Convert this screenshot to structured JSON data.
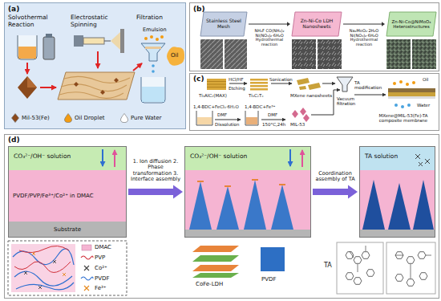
{
  "diagram": {
    "nodes": [
      {
        "text": [
          "(a)"
        ]
      },
      {
        "text": [
          "(b)"
        ]
      },
      {
        "text": [
          "(c)"
        ]
      },
      {
        "text": [
          "(d)"
        ]
      },
      {
        "text": [
          "Stainless Steel Mesh"
        ],
        "in": 1
      },
      {
        "text": [
          "Zn-Ni-Co LDH Nanosheets"
        ],
        "in": 1
      },
      {
        "text": [
          "Zn-Ni-Co@NiMoO₄ Heterostructures"
        ],
        "in": 1
      },
      {
        "text": [
          "CO₃²⁻/OH⁻ solution"
        ],
        "in": 3
      },
      {
        "text": [
          "PVDF/PVP/Fe³⁺/Co²⁺ in DMAC"
        ],
        "in": 7
      },
      {
        "text": [
          "Substrate"
        ],
        "in": 7
      },
      {
        "text": [
          "CO₃²⁻/OH⁻ solution"
        ],
        "in": 3
      },
      {
        "text": [
          "TA solution"
        ],
        "in": 3
      }
    ],
    "edges": [
      {
        "from": 4,
        "to": 5,
        "arrow": "to",
        "label": "NH₄F CO(NH₂)₂ Ni(NO₃)₂·6H₂O Hydrothermal reaction"
      },
      {
        "from": 5,
        "to": 6,
        "arrow": "to",
        "label": "Na₂MoO₄·2H₂O Ni(NO₃)₂·6H₂O Hydrothermal reaction"
      },
      {
        "from": 7,
        "to": 10,
        "arrow": "to",
        "label": "1. Ion diffusion 2. Phase transformation 3. Interface assembly"
      },
      {
        "from": 10,
        "to": 11,
        "arrow": "to",
        "label": "Coordination assembly of TA"
      }
    ],
    "labels": [
      "Solvothermal Reaction",
      "Electrostatic Spinning",
      "Filtration",
      "Emulsion",
      "Oil",
      "Ti₃AlC₂(MAX)",
      "HCl/HF",
      "Etching",
      "Ti₃C₂Tₓ",
      "Sonication",
      "MXene nanosheets",
      "TA modification",
      "Oil",
      "Water",
      "Vacuum filtration",
      "1,4-BDC+FeCl₃·6H₂O",
      "DMF",
      "Dissolution",
      "1,4-BDC+Fe³⁺",
      "150°C,24h",
      "DMF",
      "MIL-53",
      "MXene@MIL-53(Fe)-TA composite membrane",
      "DMAC",
      "PVP",
      "Co²⁺",
      "PVDF",
      "Fe³⁺",
      "CoFe-LDH",
      "PVDF",
      "TA"
    ],
    "legend": [
      {
        "text": "Mil-53(Fe)",
        "color": "#8b4a1c"
      },
      {
        "text": "Oil Droplet",
        "color": "#f39c12"
      },
      {
        "text": "Pure Water",
        "color": "#ffffff"
      }
    ]
  }
}
